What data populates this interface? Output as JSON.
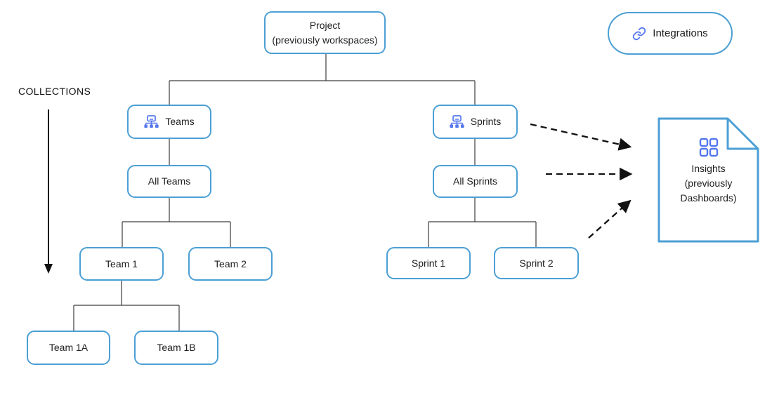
{
  "diagram": {
    "collections_label": "COLLECTIONS",
    "nodes": {
      "project": {
        "line1": "Project",
        "line2": "(previously workspaces)"
      },
      "integrations": {
        "label": "Integrations",
        "icon": "link-icon"
      },
      "teams": {
        "label": "Teams",
        "icon": "hierarchy-icon"
      },
      "all_teams": {
        "label": "All Teams"
      },
      "team1": {
        "label": "Team 1"
      },
      "team2": {
        "label": "Team 2"
      },
      "team1a": {
        "label": "Team 1A"
      },
      "team1b": {
        "label": "Team 1B"
      },
      "sprints": {
        "label": "Sprints",
        "icon": "hierarchy-icon"
      },
      "all_sprints": {
        "label": "All Sprints"
      },
      "sprint1": {
        "label": "Sprint 1"
      },
      "sprint2": {
        "label": "Sprint 2"
      },
      "insights": {
        "line1": "Insights",
        "line2": "(previously",
        "line3": "Dashboards)",
        "icon": "grid-icon"
      }
    },
    "colors": {
      "box_border": "#4C9FD4",
      "icon_accent": "#5577EE",
      "text": "#202020",
      "connector": "#3D3D3D",
      "arrow": "#111111"
    }
  }
}
